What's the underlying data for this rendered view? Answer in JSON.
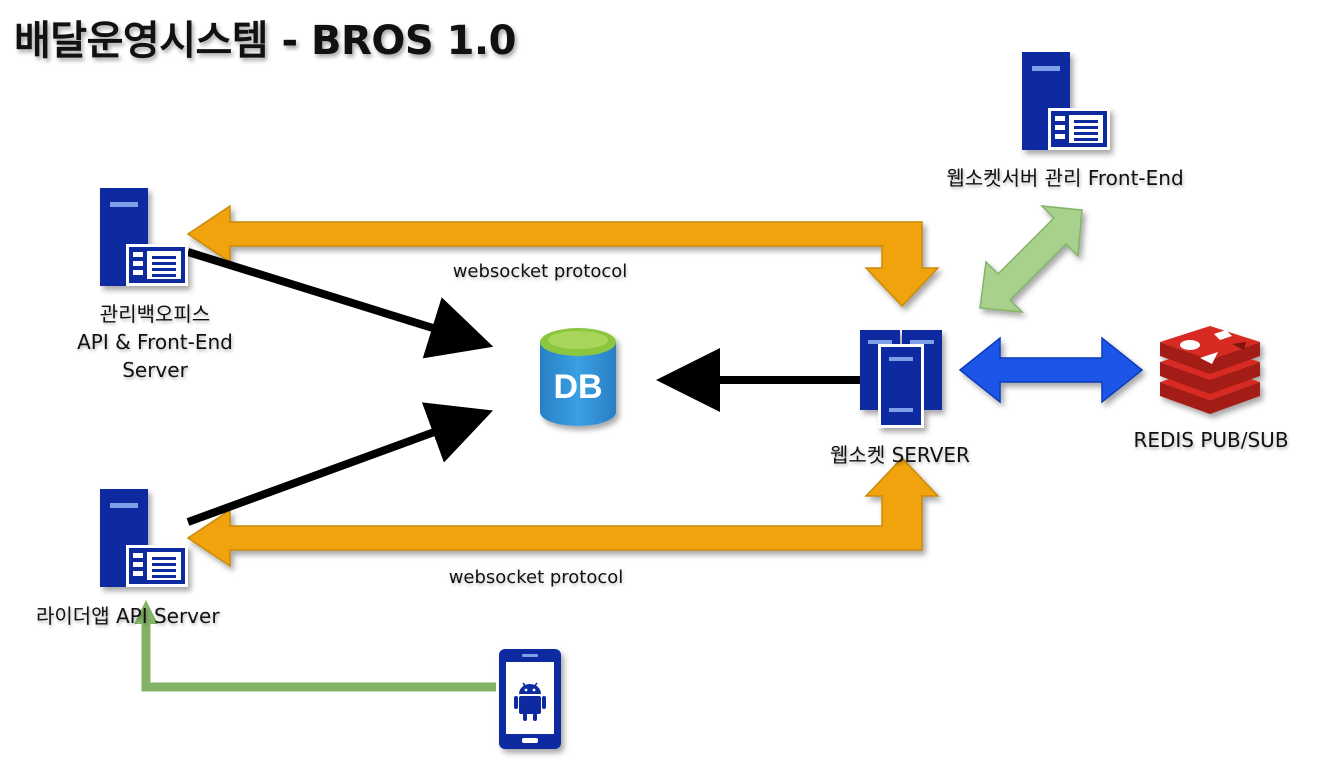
{
  "title": "배달운영시스템 - BROS 1.0",
  "nodes": {
    "backoffice": {
      "line1": "관리백오피스",
      "line2": "API & Front-End",
      "line3": "Server"
    },
    "ws_admin": {
      "label": "웹소켓서버 관리 Front-End"
    },
    "ws_server": {
      "label": "웹소켓 SERVER"
    },
    "redis": {
      "label": "REDIS PUB/SUB"
    },
    "rider": {
      "label": "라이더앱  API Server"
    },
    "db": {
      "label": "DB"
    }
  },
  "edges": {
    "top_protocol": "websocket protocol",
    "bottom_protocol": "websocket protocol"
  },
  "colors": {
    "orange": "#f0a30a",
    "orange_stroke": "#c98a08",
    "green": "#82b366",
    "light_green": "#a9d18e",
    "blue": "#1a56e8",
    "server_blue": "#0a2aa0",
    "db_blue": "#2e8fd6",
    "db_green": "#8cc63f",
    "redis_red": "#d82c20"
  }
}
